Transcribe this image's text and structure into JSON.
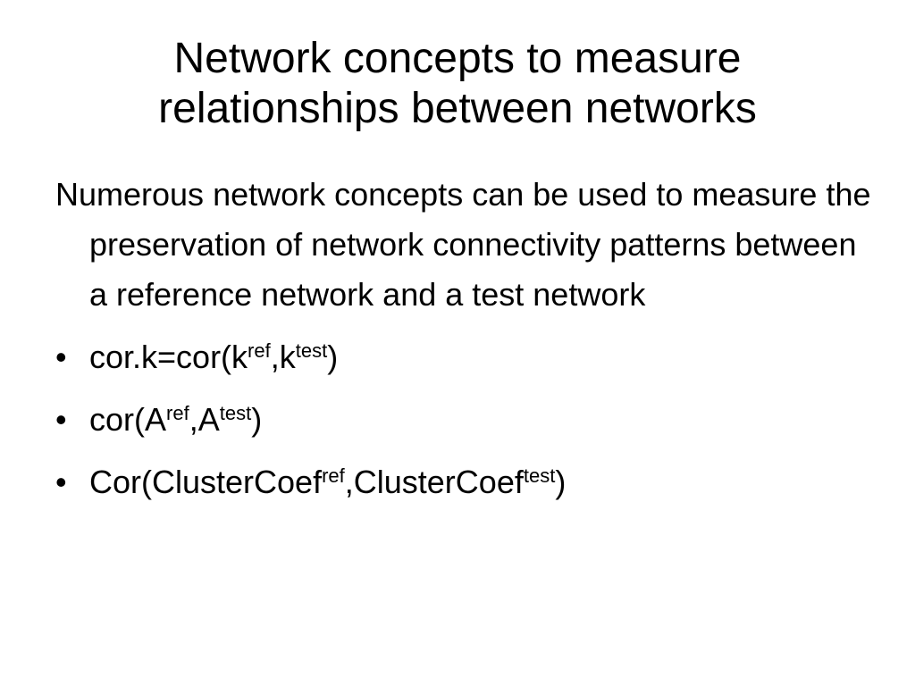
{
  "slide": {
    "title_lines": [
      "Network concepts to measure",
      "relationships between networks"
    ],
    "intro": "Numerous network concepts can be used to measure the preservation of network connectivity patterns between a reference network and a test network",
    "bullet_symbol": "•",
    "bullets": [
      {
        "parts": [
          {
            "text": "cor.k=cor(k"
          },
          {
            "sup": "ref"
          },
          {
            "text": ",k"
          },
          {
            "sup": "test"
          },
          {
            "text": ")"
          }
        ]
      },
      {
        "parts": [
          {
            "text": "cor(A"
          },
          {
            "sup": "ref"
          },
          {
            "text": ",A"
          },
          {
            "sup": "test"
          },
          {
            "text": ")"
          }
        ]
      },
      {
        "parts": [
          {
            "text": "Cor(ClusterCoef"
          },
          {
            "sup": "ref"
          },
          {
            "text": ",ClusterCoef"
          },
          {
            "sup": "test"
          },
          {
            "text": ")"
          }
        ]
      }
    ]
  }
}
